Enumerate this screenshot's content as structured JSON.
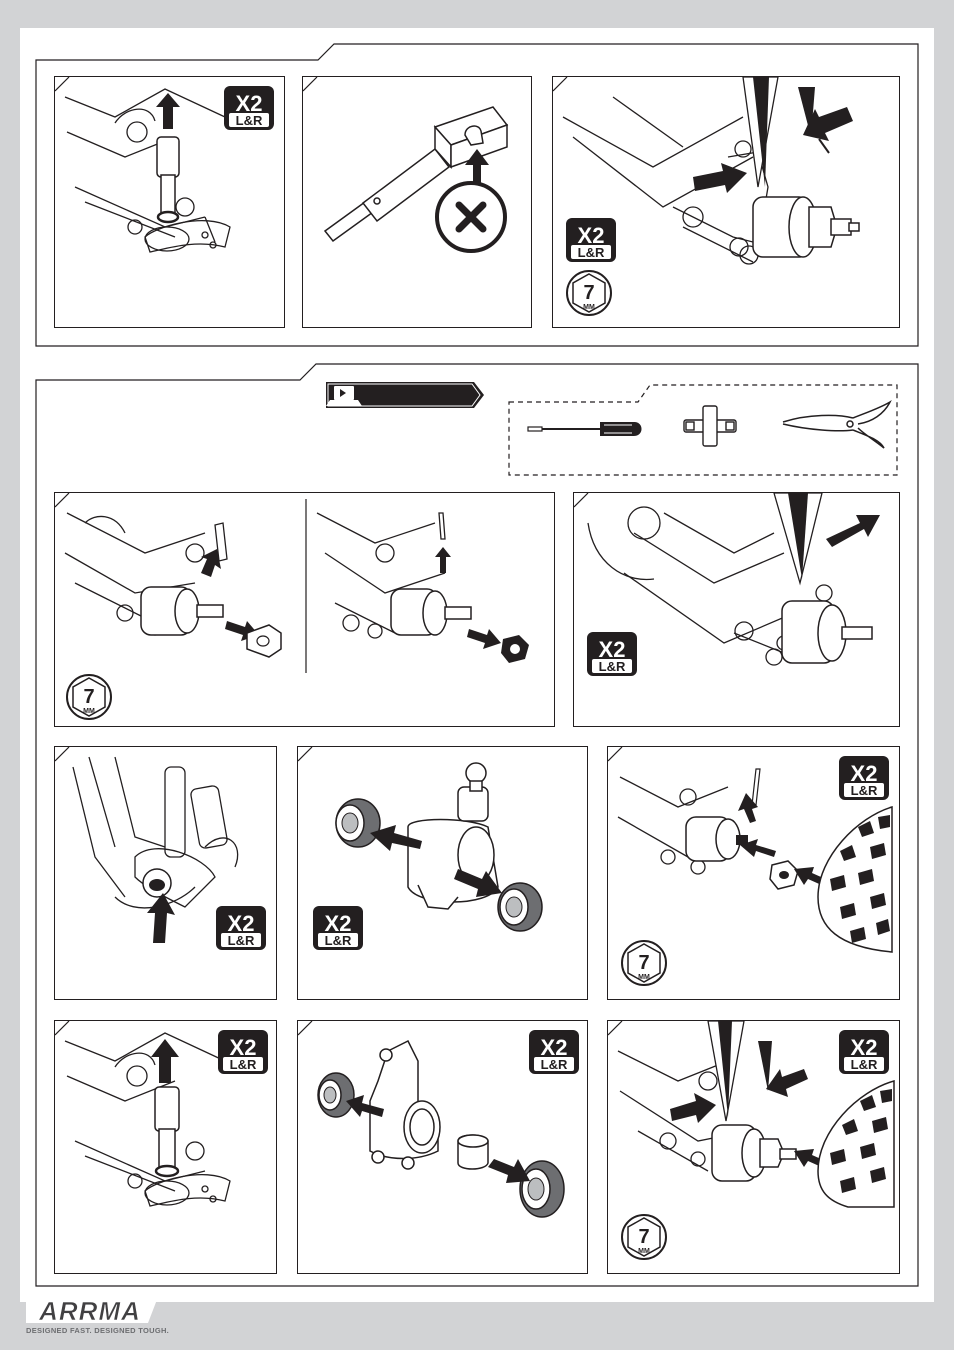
{
  "brand": {
    "logo_text": "ARRMA",
    "tagline": "DESIGNED FAST. DESIGNED TOUGH."
  },
  "badges": {
    "x2_top": "X2",
    "x2_bottom": "L&R",
    "wrench_number": "7",
    "wrench_unit": "MM"
  },
  "tools": {
    "items": [
      "screwdriver-icon",
      "cross-wrench-icon",
      "pliers-icon"
    ]
  },
  "colors": {
    "line": "#231f20",
    "frame_grey": "#d2d3d5",
    "arrow_fill": "#231f20",
    "forbidden_circle": "#231f20"
  }
}
